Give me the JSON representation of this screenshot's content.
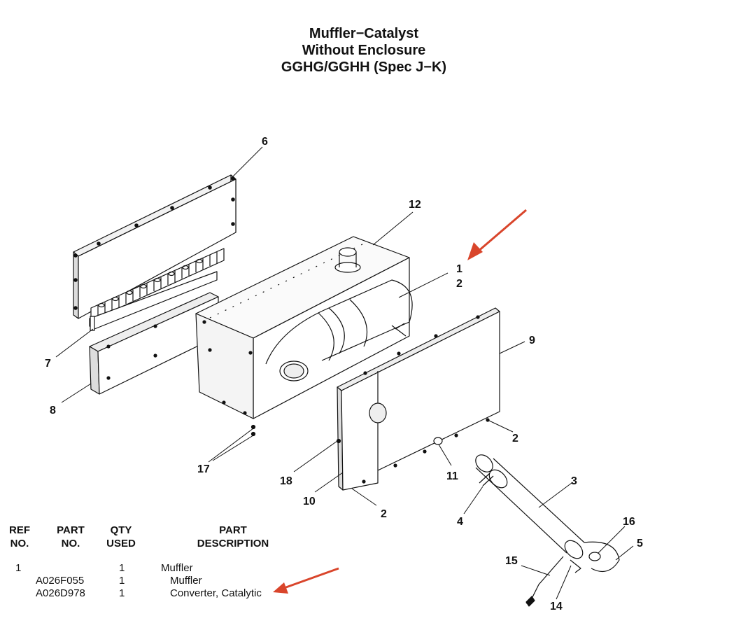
{
  "title": {
    "line1": "Muffler−Catalyst",
    "line2": "Without Enclosure",
    "line3": "GGHG/GGHH (Spec J−K)"
  },
  "callouts": {
    "c1": "1",
    "c2a": "2",
    "c2b": "2",
    "c2c": "2",
    "c3": "3",
    "c4": "4",
    "c5": "5",
    "c6": "6",
    "c7": "7",
    "c8": "8",
    "c9": "9",
    "c10": "10",
    "c11": "11",
    "c12": "12",
    "c14": "14",
    "c15": "15",
    "c16": "16",
    "c17": "17",
    "c18": "18"
  },
  "table": {
    "headers": {
      "ref_1": "REF",
      "ref_2": "NO.",
      "part_1": "PART",
      "part_2": "NO.",
      "qty_1": "QTY",
      "qty_2": "USED",
      "desc_1": "PART",
      "desc_2": "DESCRIPTION"
    },
    "rows": [
      {
        "ref": "1",
        "part_no": "",
        "qty": "1",
        "description": "Muffler"
      },
      {
        "ref": "",
        "part_no": "A026F055",
        "qty": "1",
        "description": "Muffler"
      },
      {
        "ref": "",
        "part_no": "A026D978",
        "qty": "1",
        "description": "Converter, Catalytic"
      }
    ]
  },
  "colors": {
    "arrow": "#d9452b",
    "line": "#111111",
    "shade": "#e6e6e6"
  }
}
